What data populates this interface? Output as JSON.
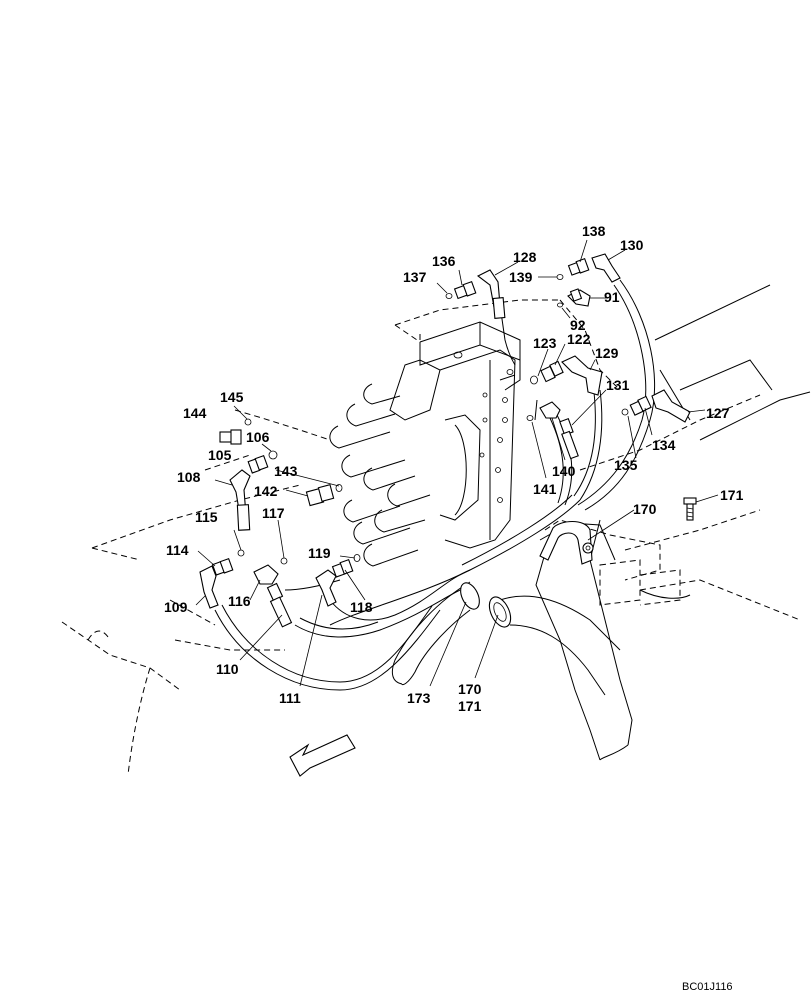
{
  "diagram": {
    "drawing_code": "BC01J116",
    "callouts": [
      {
        "id": "c138",
        "label": "138"
      },
      {
        "id": "c130",
        "label": "130"
      },
      {
        "id": "c136",
        "label": "136"
      },
      {
        "id": "c128",
        "label": "128"
      },
      {
        "id": "c137",
        "label": "137"
      },
      {
        "id": "c139",
        "label": "139"
      },
      {
        "id": "c91",
        "label": "91"
      },
      {
        "id": "c92",
        "label": "92"
      },
      {
        "id": "c123",
        "label": "123"
      },
      {
        "id": "c122",
        "label": "122"
      },
      {
        "id": "c129",
        "label": "129"
      },
      {
        "id": "c145",
        "label": "145"
      },
      {
        "id": "c131",
        "label": "131"
      },
      {
        "id": "c127",
        "label": "127"
      },
      {
        "id": "c144",
        "label": "144"
      },
      {
        "id": "c106",
        "label": "106"
      },
      {
        "id": "c134",
        "label": "134"
      },
      {
        "id": "c105",
        "label": "105"
      },
      {
        "id": "c140",
        "label": "140"
      },
      {
        "id": "c135",
        "label": "135"
      },
      {
        "id": "c143",
        "label": "143"
      },
      {
        "id": "c108",
        "label": "108"
      },
      {
        "id": "c141",
        "label": "141"
      },
      {
        "id": "c142",
        "label": "142"
      },
      {
        "id": "c171a",
        "label": "171"
      },
      {
        "id": "c170a",
        "label": "170"
      },
      {
        "id": "c115",
        "label": "115"
      },
      {
        "id": "c117",
        "label": "117"
      },
      {
        "id": "c114",
        "label": "114"
      },
      {
        "id": "c119",
        "label": "119"
      },
      {
        "id": "c109",
        "label": "109"
      },
      {
        "id": "c116",
        "label": "116"
      },
      {
        "id": "c118",
        "label": "118"
      },
      {
        "id": "c110",
        "label": "110"
      },
      {
        "id": "c111",
        "label": "111"
      },
      {
        "id": "c173",
        "label": "173"
      },
      {
        "id": "c170b",
        "label": "170"
      },
      {
        "id": "c171b",
        "label": "171"
      }
    ]
  }
}
